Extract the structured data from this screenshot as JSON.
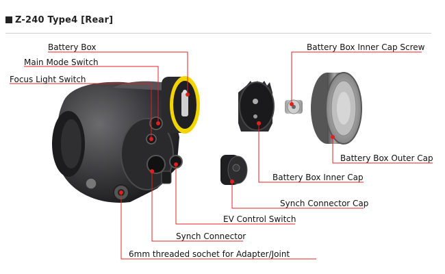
{
  "title": "Z-240 Type4 [Rear]",
  "colors": {
    "leader": "#e02020",
    "body": "#3a3a3c",
    "accent_ring": "#f2d500",
    "outer_cap": "#6b6b6b"
  },
  "labels": {
    "battery_box": "Battery Box",
    "main_mode_switch": "Main Mode Switch",
    "focus_light_switch": "Focus Light Switch",
    "inner_cap_screw": "Battery Box Inner Cap Screw",
    "outer_cap": "Battery Box Outer Cap",
    "inner_cap": "Battery Box Inner Cap",
    "synch_connector_cap": "Synch Connector Cap",
    "ev_control_switch": "EV Control Switch",
    "synch_connector": "Synch Connector",
    "threaded_socket": "6mm threaded sochet for Adapter/Joint"
  }
}
